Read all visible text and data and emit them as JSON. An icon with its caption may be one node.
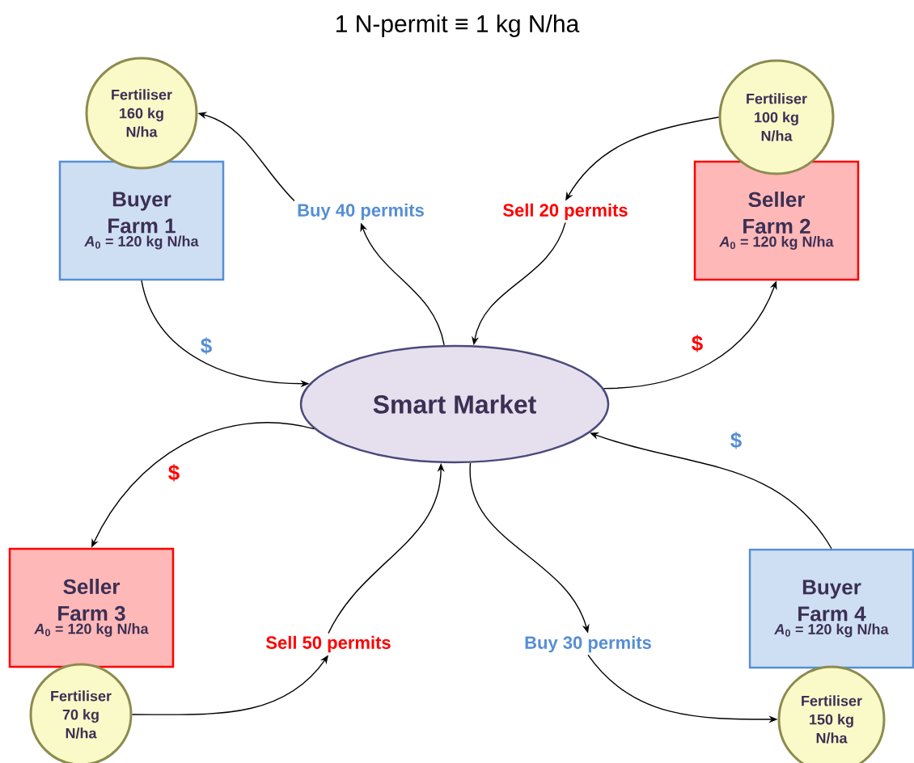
{
  "diagram": {
    "title": "1 N-permit ≡ 1 kg N/ha",
    "nodes": [
      {
        "text": [
          "Smart Market"
        ]
      },
      {
        "text": [
          "Buyer Farm 1",
          "*A*$_{0}$ = 120 kg N/ha"
        ]
      },
      {
        "text": [
          "Fertiliser 160 kg N/ha"
        ]
      },
      {
        "text": [
          "Buy 40 permits"
        ]
      },
      {
        "text": [
          "Sell 20 permits"
        ]
      },
      {
        "text": [
          "Seller Farm 2",
          "*A*$_{0}$ = 120 kg N/ha"
        ]
      },
      {
        "text": [
          "Fertiliser 100 kg N/ha"
        ]
      },
      {
        "text": [
          "Seller Farm 3",
          "*A*$_{0}$ = 120 kg N/ha"
        ]
      },
      {
        "text": [
          "Fertiliser 70 kg N/ha"
        ]
      },
      {
        "text": [
          "Sell 50 permits"
        ]
      },
      {
        "text": [
          "Buy 30 permits"
        ]
      },
      {
        "text": [
          "Buyer Farm 4",
          "*A*$_{0}$ = 120 kg N/ha"
        ]
      },
      {
        "text": [
          "Fertiliser 150 kg N/ha"
        ]
      }
    ],
    "edges": [
      {
        "from": 0,
        "to": 3,
        "arrow": "to"
      },
      {
        "from": 3,
        "to": 2,
        "arrow": "to"
      },
      {
        "from": 6,
        "to": 4,
        "arrow": "to"
      },
      {
        "from": 4,
        "to": 0,
        "arrow": "to"
      },
      {
        "from": 1,
        "to": 0,
        "arrow": "to",
        "label": "$"
      },
      {
        "from": 0,
        "to": 5,
        "arrow": "to",
        "label": "$"
      },
      {
        "from": 0,
        "to": 7,
        "arrow": "to",
        "label": "$"
      },
      {
        "from": 11,
        "to": 0,
        "arrow": "to",
        "label": "$"
      },
      {
        "from": 8,
        "to": 9,
        "arrow": "to"
      },
      {
        "from": 9,
        "to": 0,
        "arrow": "to"
      },
      {
        "from": 0,
        "to": 10,
        "arrow": "to"
      },
      {
        "from": 10,
        "to": 12,
        "arrow": "to"
      }
    ]
  }
}
